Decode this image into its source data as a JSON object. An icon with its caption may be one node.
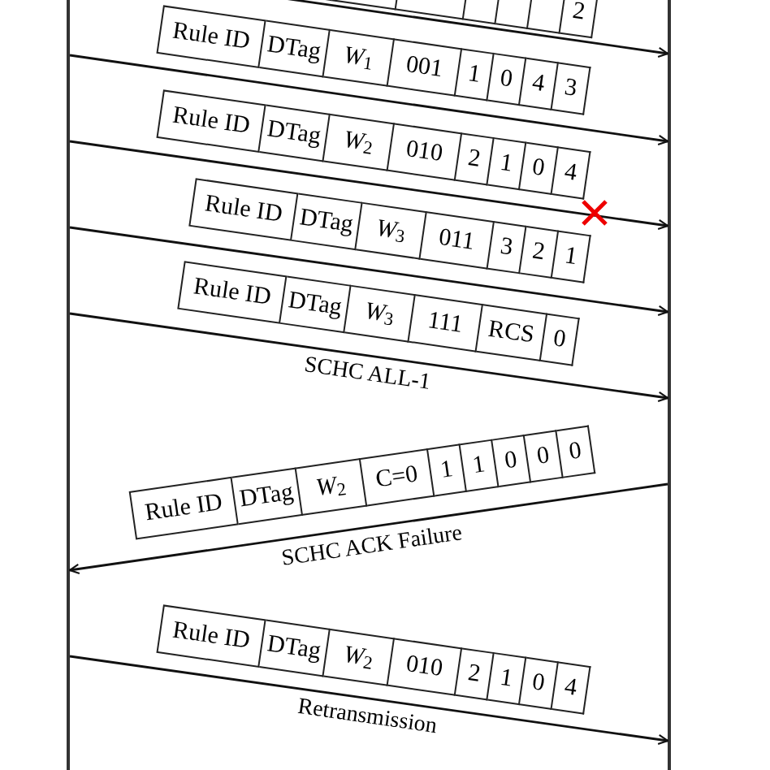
{
  "diagram": {
    "nodes": [
      {
        "text": [],
        "shape": "bar"
      },
      {
        "text": [],
        "shape": "bar"
      }
    ],
    "edges": [
      {
        "from": 0,
        "to": 1,
        "arrow": "to"
      },
      {
        "from": 0,
        "to": 1,
        "arrow": "to"
      },
      {
        "from": 0,
        "to": 1,
        "arrow": "to"
      },
      {
        "from": 0,
        "to": 1,
        "arrow": "to"
      },
      {
        "from": 0,
        "to": 1,
        "arrow": "to",
        "label": "SCHC ALL-1"
      },
      {
        "from": 1,
        "to": 0,
        "arrow": "to",
        "label": "SCHC ACK Failure"
      },
      {
        "from": 0,
        "to": 1,
        "arrow": "to",
        "label": "Retransmission"
      }
    ],
    "labels": [
      "2",
      "Rule ID",
      "DTag",
      "*W*$_{1}$",
      "001",
      "1",
      "0",
      "4",
      "3",
      "Rule ID",
      "DTag",
      "*W*$_{2}$",
      "010",
      "2",
      "1",
      "0",
      "4",
      "Rule ID",
      "DTag",
      "*W*$_{3}$",
      "011",
      "3",
      "2",
      "1",
      "Rule ID",
      "DTag",
      "*W*$_{3}$",
      "111",
      "RCS",
      "0",
      "Rule ID",
      "DTag",
      "*W*$_{2}$",
      "C=0",
      "1",
      "1",
      "0",
      "0",
      "0",
      "Rule ID",
      "DTag",
      "*W*$_{2}$",
      "010",
      "2",
      "1",
      "0",
      "4"
    ]
  }
}
